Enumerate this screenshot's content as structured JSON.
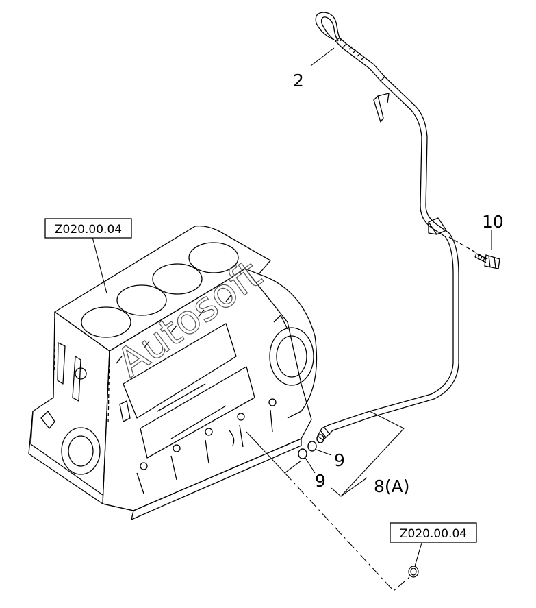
{
  "watermark": "Autosoft",
  "references": {
    "top": "Z020.00.04",
    "bottom": "Z020.00.04"
  },
  "callouts": {
    "dipstick": "2",
    "bolt": "10",
    "oring_upper": "9",
    "oring_lower": "9",
    "assembly": "8(A)"
  }
}
